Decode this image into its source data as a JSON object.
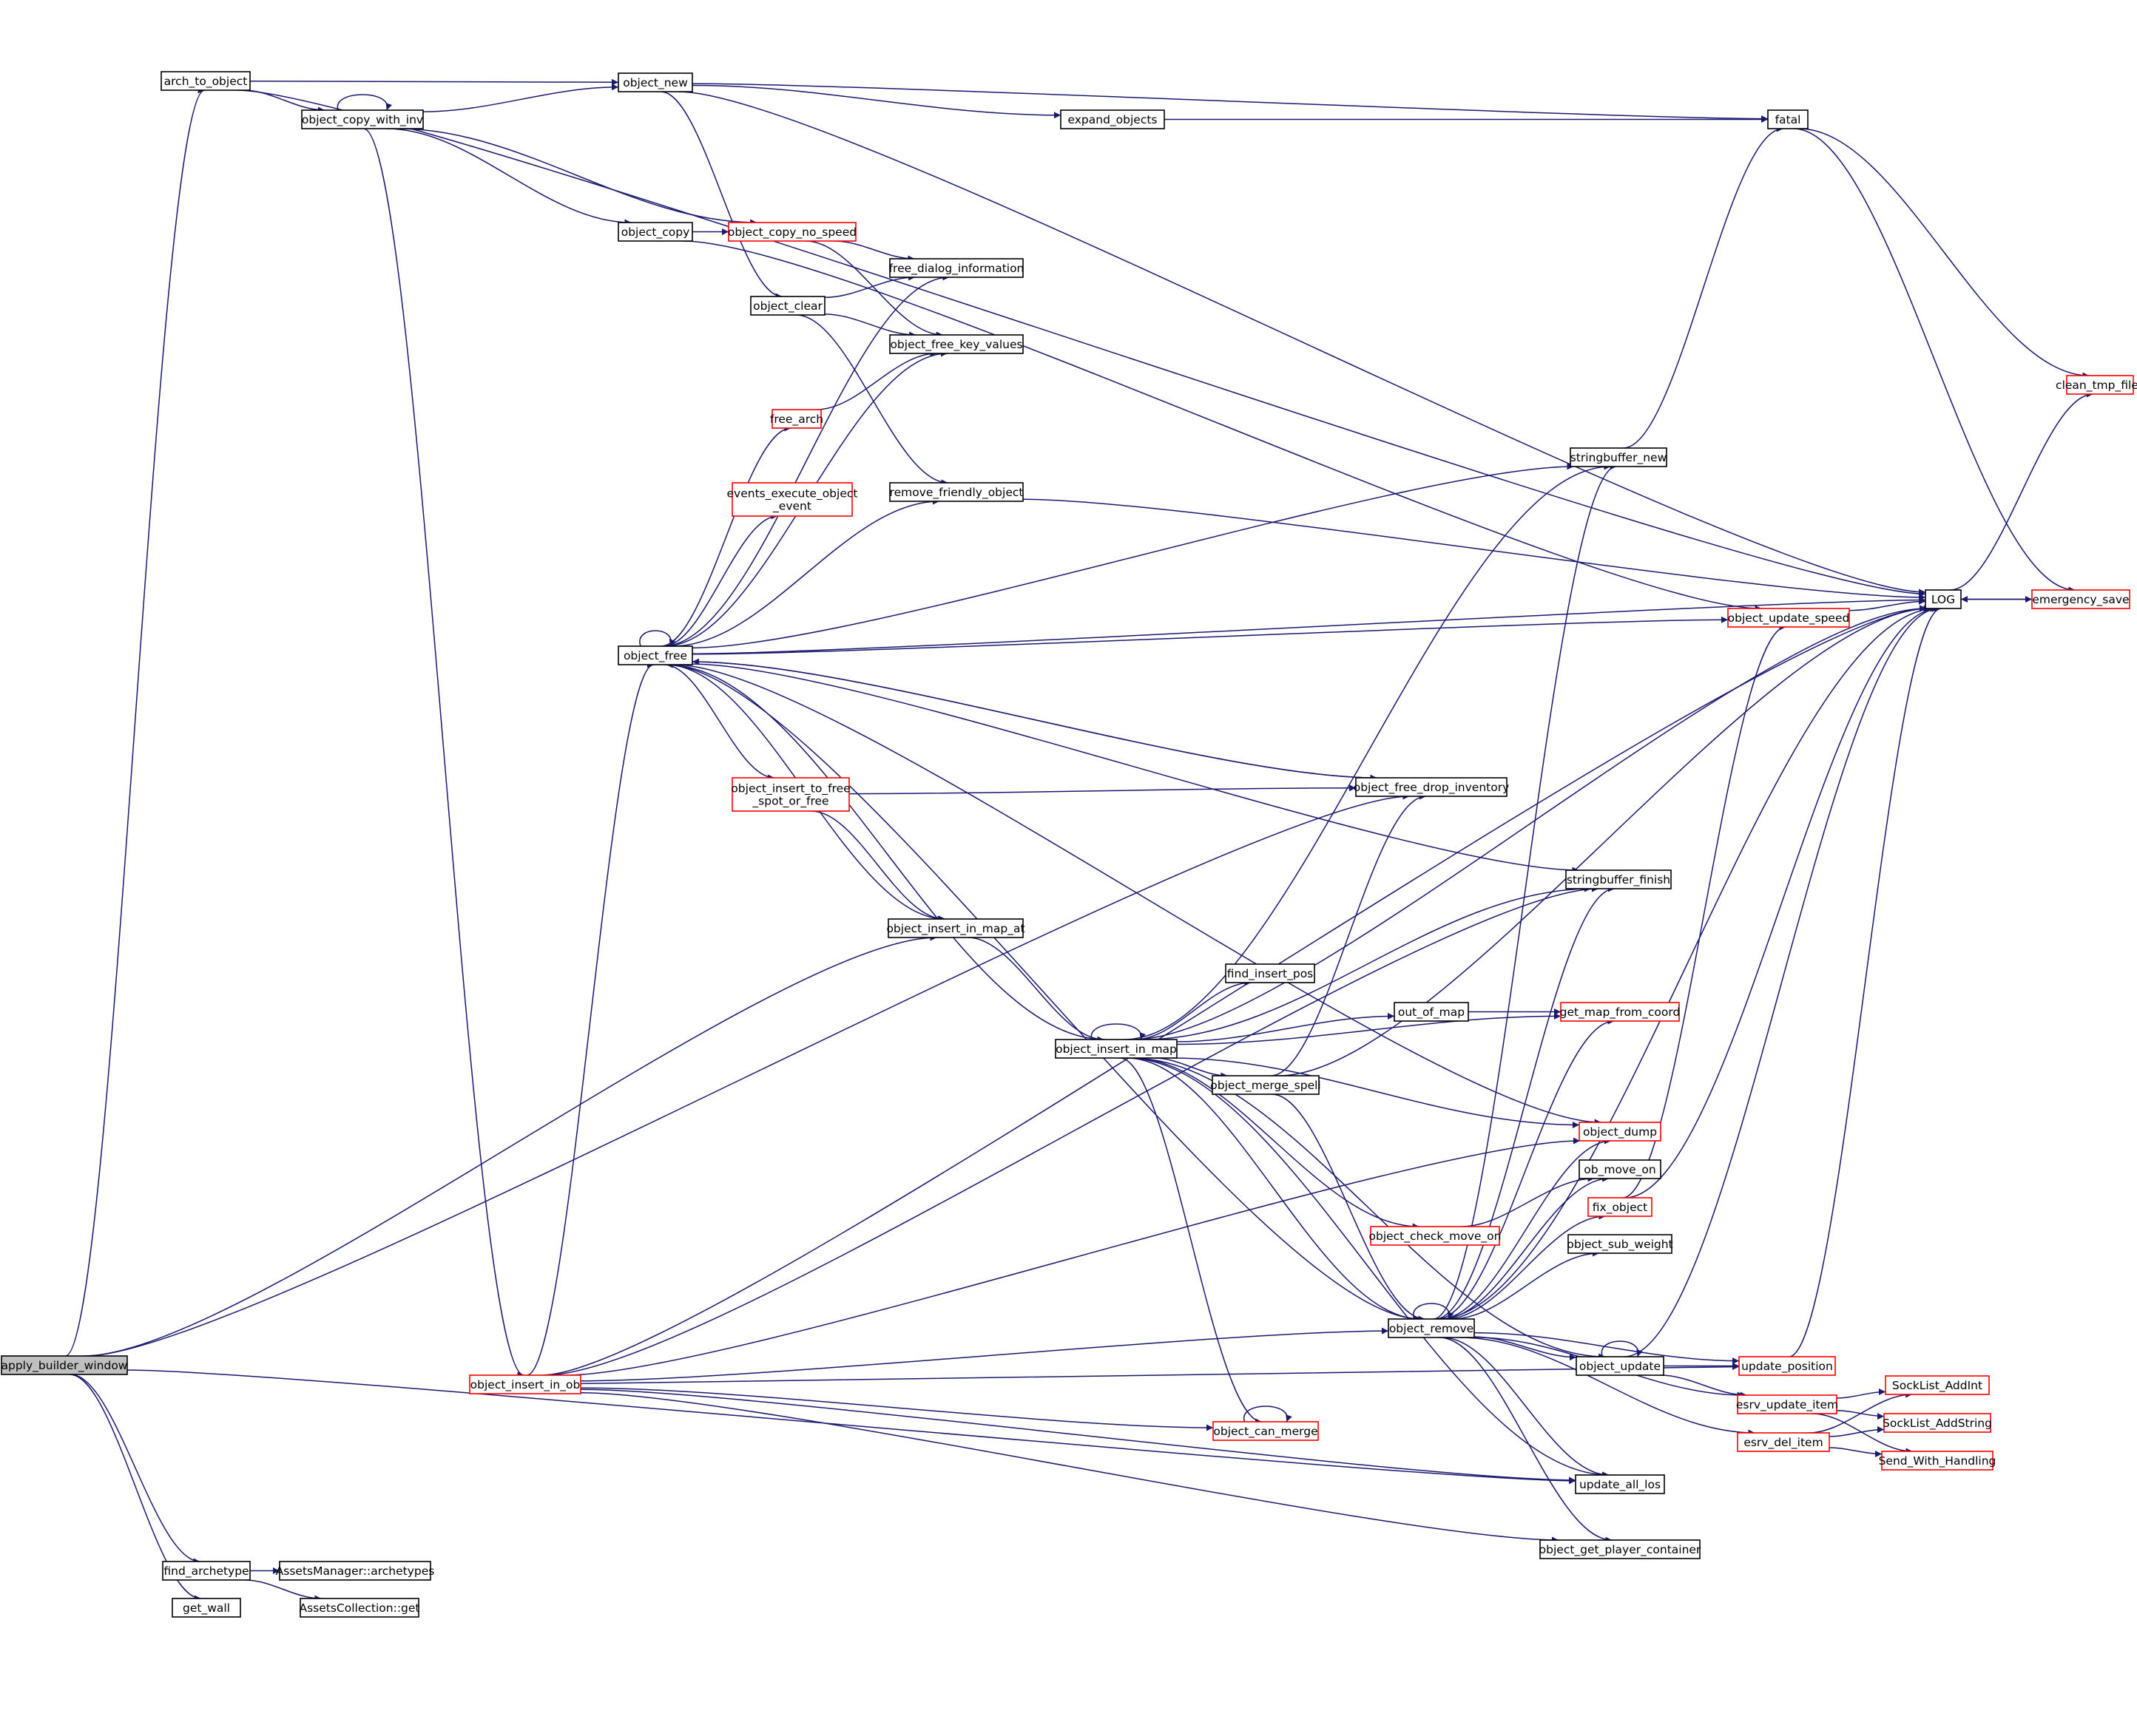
{
  "colors": {
    "edge": "#191970",
    "node_border": "#000000",
    "node_border_truncated": "#ff0000",
    "node_fill": "#ffffff",
    "root_fill": "#bfbfbf"
  },
  "nodes": [
    {
      "id": "apply_builder_window",
      "label": [
        "apply_builder_window"
      ],
      "style": "root"
    },
    {
      "id": "arch_to_object",
      "label": [
        "arch_to_object"
      ],
      "style": "normal"
    },
    {
      "id": "object_copy_with_inv",
      "label": [
        "object_copy_with_inv"
      ],
      "style": "normal"
    },
    {
      "id": "object_new",
      "label": [
        "object_new"
      ],
      "style": "normal"
    },
    {
      "id": "expand_objects",
      "label": [
        "expand_objects"
      ],
      "style": "normal"
    },
    {
      "id": "fatal",
      "label": [
        "fatal"
      ],
      "style": "normal"
    },
    {
      "id": "object_copy",
      "label": [
        "object_copy"
      ],
      "style": "normal"
    },
    {
      "id": "object_copy_no_speed",
      "label": [
        "object_copy_no_speed"
      ],
      "style": "truncated"
    },
    {
      "id": "free_dialog_information",
      "label": [
        "free_dialog_information"
      ],
      "style": "normal"
    },
    {
      "id": "object_clear",
      "label": [
        "object_clear"
      ],
      "style": "normal"
    },
    {
      "id": "object_free_key_values",
      "label": [
        "object_free_key_values"
      ],
      "style": "normal"
    },
    {
      "id": "free_arch",
      "label": [
        "free_arch"
      ],
      "style": "truncated"
    },
    {
      "id": "clean_tmp_files",
      "label": [
        "clean_tmp_files"
      ],
      "style": "truncated"
    },
    {
      "id": "stringbuffer_new",
      "label": [
        "stringbuffer_new"
      ],
      "style": "normal"
    },
    {
      "id": "events_execute_object_event",
      "label": [
        "events_execute_object",
        "_event"
      ],
      "style": "truncated"
    },
    {
      "id": "remove_friendly_object",
      "label": [
        "remove_friendly_object"
      ],
      "style": "normal"
    },
    {
      "id": "LOG",
      "label": [
        "LOG"
      ],
      "style": "normal"
    },
    {
      "id": "emergency_save",
      "label": [
        "emergency_save"
      ],
      "style": "truncated"
    },
    {
      "id": "object_update_speed",
      "label": [
        "object_update_speed"
      ],
      "style": "truncated"
    },
    {
      "id": "object_free",
      "label": [
        "object_free"
      ],
      "style": "normal"
    },
    {
      "id": "object_insert_to_free_spot_or_free",
      "label": [
        "object_insert_to_free",
        "_spot_or_free"
      ],
      "style": "truncated"
    },
    {
      "id": "object_free_drop_inventory",
      "label": [
        "object_free_drop_inventory"
      ],
      "style": "normal"
    },
    {
      "id": "stringbuffer_finish",
      "label": [
        "stringbuffer_finish"
      ],
      "style": "normal"
    },
    {
      "id": "object_insert_in_map_at",
      "label": [
        "object_insert_in_map_at"
      ],
      "style": "normal"
    },
    {
      "id": "find_insert_pos",
      "label": [
        "find_insert_pos"
      ],
      "style": "normal"
    },
    {
      "id": "out_of_map",
      "label": [
        "out_of_map"
      ],
      "style": "normal"
    },
    {
      "id": "get_map_from_coord",
      "label": [
        "get_map_from_coord"
      ],
      "style": "truncated"
    },
    {
      "id": "object_insert_in_map",
      "label": [
        "object_insert_in_map"
      ],
      "style": "normal"
    },
    {
      "id": "object_merge_spell",
      "label": [
        "object_merge_spell"
      ],
      "style": "normal"
    },
    {
      "id": "object_dump",
      "label": [
        "object_dump"
      ],
      "style": "truncated"
    },
    {
      "id": "ob_move_on",
      "label": [
        "ob_move_on"
      ],
      "style": "normal"
    },
    {
      "id": "fix_object",
      "label": [
        "fix_object"
      ],
      "style": "truncated"
    },
    {
      "id": "object_check_move_on",
      "label": [
        "object_check_move_on"
      ],
      "style": "truncated"
    },
    {
      "id": "object_sub_weight",
      "label": [
        "object_sub_weight"
      ],
      "style": "normal"
    },
    {
      "id": "object_remove",
      "label": [
        "object_remove"
      ],
      "style": "normal"
    },
    {
      "id": "object_update",
      "label": [
        "object_update"
      ],
      "style": "normal"
    },
    {
      "id": "update_position",
      "label": [
        "update_position"
      ],
      "style": "truncated"
    },
    {
      "id": "esrv_update_item",
      "label": [
        "esrv_update_item"
      ],
      "style": "truncated"
    },
    {
      "id": "esrv_del_item",
      "label": [
        "esrv_del_item"
      ],
      "style": "truncated"
    },
    {
      "id": "SockList_AddInt",
      "label": [
        "SockList_AddInt"
      ],
      "style": "truncated"
    },
    {
      "id": "SockList_AddString",
      "label": [
        "SockList_AddString"
      ],
      "style": "truncated"
    },
    {
      "id": "Send_With_Handling",
      "label": [
        "Send_With_Handling"
      ],
      "style": "truncated"
    },
    {
      "id": "object_insert_in_ob",
      "label": [
        "object_insert_in_ob"
      ],
      "style": "truncated"
    },
    {
      "id": "object_can_merge",
      "label": [
        "object_can_merge"
      ],
      "style": "truncated"
    },
    {
      "id": "update_all_los",
      "label": [
        "update_all_los"
      ],
      "style": "normal"
    },
    {
      "id": "object_get_player_container",
      "label": [
        "object_get_player_container"
      ],
      "style": "normal"
    },
    {
      "id": "find_archetype",
      "label": [
        "find_archetype"
      ],
      "style": "normal"
    },
    {
      "id": "AssetsManager_archetypes",
      "label": [
        "AssetsManager::archetypes"
      ],
      "style": "normal"
    },
    {
      "id": "AssetsCollection_get",
      "label": [
        "AssetsCollection::get"
      ],
      "style": "normal"
    },
    {
      "id": "get_wall",
      "label": [
        "get_wall"
      ],
      "style": "normal"
    }
  ],
  "edges": [
    [
      "apply_builder_window",
      "arch_to_object"
    ],
    [
      "apply_builder_window",
      "object_free_drop_inventory"
    ],
    [
      "apply_builder_window",
      "object_insert_in_map_at"
    ],
    [
      "apply_builder_window",
      "update_all_los"
    ],
    [
      "apply_builder_window",
      "find_archetype"
    ],
    [
      "apply_builder_window",
      "get_wall"
    ],
    [
      "arch_to_object",
      "object_new"
    ],
    [
      "arch_to_object",
      "object_copy_with_inv"
    ],
    [
      "arch_to_object",
      "LOG"
    ],
    [
      "object_copy_with_inv",
      "object_copy_with_inv"
    ],
    [
      "object_copy_with_inv",
      "object_new"
    ],
    [
      "object_copy_with_inv",
      "object_copy"
    ],
    [
      "object_copy_with_inv",
      "object_copy_no_speed"
    ],
    [
      "object_copy_with_inv",
      "object_insert_in_ob"
    ],
    [
      "object_new",
      "expand_objects"
    ],
    [
      "object_new",
      "fatal"
    ],
    [
      "object_new",
      "LOG"
    ],
    [
      "object_new",
      "object_clear"
    ],
    [
      "expand_objects",
      "fatal"
    ],
    [
      "fatal",
      "clean_tmp_files"
    ],
    [
      "fatal",
      "emergency_save"
    ],
    [
      "object_copy",
      "object_copy_no_speed"
    ],
    [
      "object_copy",
      "object_update_speed"
    ],
    [
      "object_copy_no_speed",
      "free_dialog_information"
    ],
    [
      "object_copy_no_speed",
      "object_free_key_values"
    ],
    [
      "object_clear",
      "free_dialog_information"
    ],
    [
      "object_clear",
      "object_free_key_values"
    ],
    [
      "object_clear",
      "remove_friendly_object"
    ],
    [
      "free_arch",
      "object_free_key_values"
    ],
    [
      "stringbuffer_new",
      "fatal"
    ],
    [
      "remove_friendly_object",
      "LOG"
    ],
    [
      "LOG",
      "clean_tmp_files"
    ],
    [
      "LOG",
      "emergency_save"
    ],
    [
      "emergency_save",
      "LOG"
    ],
    [
      "object_update_speed",
      "LOG"
    ],
    [
      "object_free",
      "object_free"
    ],
    [
      "object_free",
      "free_dialog_information"
    ],
    [
      "object_free",
      "object_free_key_values"
    ],
    [
      "object_free",
      "free_arch"
    ],
    [
      "object_free",
      "stringbuffer_new"
    ],
    [
      "object_free",
      "events_execute_object_event"
    ],
    [
      "object_free",
      "remove_friendly_object"
    ],
    [
      "object_free",
      "LOG"
    ],
    [
      "object_free",
      "object_update_speed"
    ],
    [
      "object_free",
      "object_insert_to_free_spot_or_free"
    ],
    [
      "object_free",
      "object_free_drop_inventory"
    ],
    [
      "object_free",
      "stringbuffer_finish"
    ],
    [
      "object_free",
      "object_insert_in_map_at"
    ],
    [
      "object_free",
      "object_dump"
    ],
    [
      "object_free",
      "object_remove"
    ],
    [
      "object_insert_to_free_spot_or_free",
      "object_free_drop_inventory"
    ],
    [
      "object_insert_to_free_spot_or_free",
      "object_insert_in_map_at"
    ],
    [
      "object_free_drop_inventory",
      "object_free"
    ],
    [
      "object_insert_in_map_at",
      "object_insert_in_map"
    ],
    [
      "object_insert_in_map",
      "object_insert_in_map"
    ],
    [
      "object_insert_in_map",
      "object_free"
    ],
    [
      "object_insert_in_map",
      "stringbuffer_new"
    ],
    [
      "object_insert_in_map",
      "stringbuffer_finish"
    ],
    [
      "object_insert_in_map",
      "get_map_from_coord"
    ],
    [
      "object_insert_in_map",
      "find_insert_pos"
    ],
    [
      "object_insert_in_map",
      "out_of_map"
    ],
    [
      "object_insert_in_map",
      "LOG"
    ],
    [
      "object_insert_in_map",
      "object_merge_spell"
    ],
    [
      "object_insert_in_map",
      "object_dump"
    ],
    [
      "object_insert_in_map",
      "object_check_move_on"
    ],
    [
      "object_insert_in_map",
      "object_remove"
    ],
    [
      "object_insert_in_map",
      "object_update"
    ],
    [
      "object_insert_in_map",
      "object_can_merge"
    ],
    [
      "object_insert_in_map",
      "update_all_los"
    ],
    [
      "out_of_map",
      "get_map_from_coord"
    ],
    [
      "object_merge_spell",
      "object_free_drop_inventory"
    ],
    [
      "object_merge_spell",
      "LOG"
    ],
    [
      "object_merge_spell",
      "object_remove"
    ],
    [
      "object_check_move_on",
      "ob_move_on"
    ],
    [
      "fix_object",
      "object_update_speed"
    ],
    [
      "fix_object",
      "LOG"
    ],
    [
      "object_remove",
      "object_remove"
    ],
    [
      "object_remove",
      "stringbuffer_new"
    ],
    [
      "object_remove",
      "stringbuffer_finish"
    ],
    [
      "object_remove",
      "get_map_from_coord"
    ],
    [
      "object_remove",
      "object_dump"
    ],
    [
      "object_remove",
      "ob_move_on"
    ],
    [
      "object_remove",
      "fix_object"
    ],
    [
      "object_remove",
      "object_sub_weight"
    ],
    [
      "object_remove",
      "LOG"
    ],
    [
      "object_remove",
      "object_update"
    ],
    [
      "object_remove",
      "update_position"
    ],
    [
      "object_remove",
      "esrv_update_item"
    ],
    [
      "object_remove",
      "esrv_del_item"
    ],
    [
      "object_remove",
      "update_all_los"
    ],
    [
      "object_remove",
      "object_get_player_container"
    ],
    [
      "object_update",
      "object_update"
    ],
    [
      "object_update",
      "LOG"
    ],
    [
      "object_update",
      "update_position"
    ],
    [
      "object_update",
      "esrv_update_item"
    ],
    [
      "update_position",
      "LOG"
    ],
    [
      "esrv_update_item",
      "SockList_AddInt"
    ],
    [
      "esrv_update_item",
      "SockList_AddString"
    ],
    [
      "esrv_update_item",
      "Send_With_Handling"
    ],
    [
      "esrv_del_item",
      "SockList_AddInt"
    ],
    [
      "esrv_del_item",
      "SockList_AddString"
    ],
    [
      "esrv_del_item",
      "Send_With_Handling"
    ],
    [
      "object_insert_in_ob",
      "object_free"
    ],
    [
      "object_insert_in_ob",
      "LOG"
    ],
    [
      "object_insert_in_ob",
      "stringbuffer_finish"
    ],
    [
      "object_insert_in_ob",
      "object_dump"
    ],
    [
      "object_insert_in_ob",
      "object_can_merge"
    ],
    [
      "object_insert_in_ob",
      "object_remove"
    ],
    [
      "object_insert_in_ob",
      "update_all_los"
    ],
    [
      "object_insert_in_ob",
      "object_get_player_container"
    ],
    [
      "object_insert_in_ob",
      "update_position"
    ],
    [
      "object_can_merge",
      "object_can_merge"
    ],
    [
      "find_archetype",
      "AssetsManager_archetypes"
    ],
    [
      "find_archetype",
      "AssetsCollection_get"
    ]
  ]
}
